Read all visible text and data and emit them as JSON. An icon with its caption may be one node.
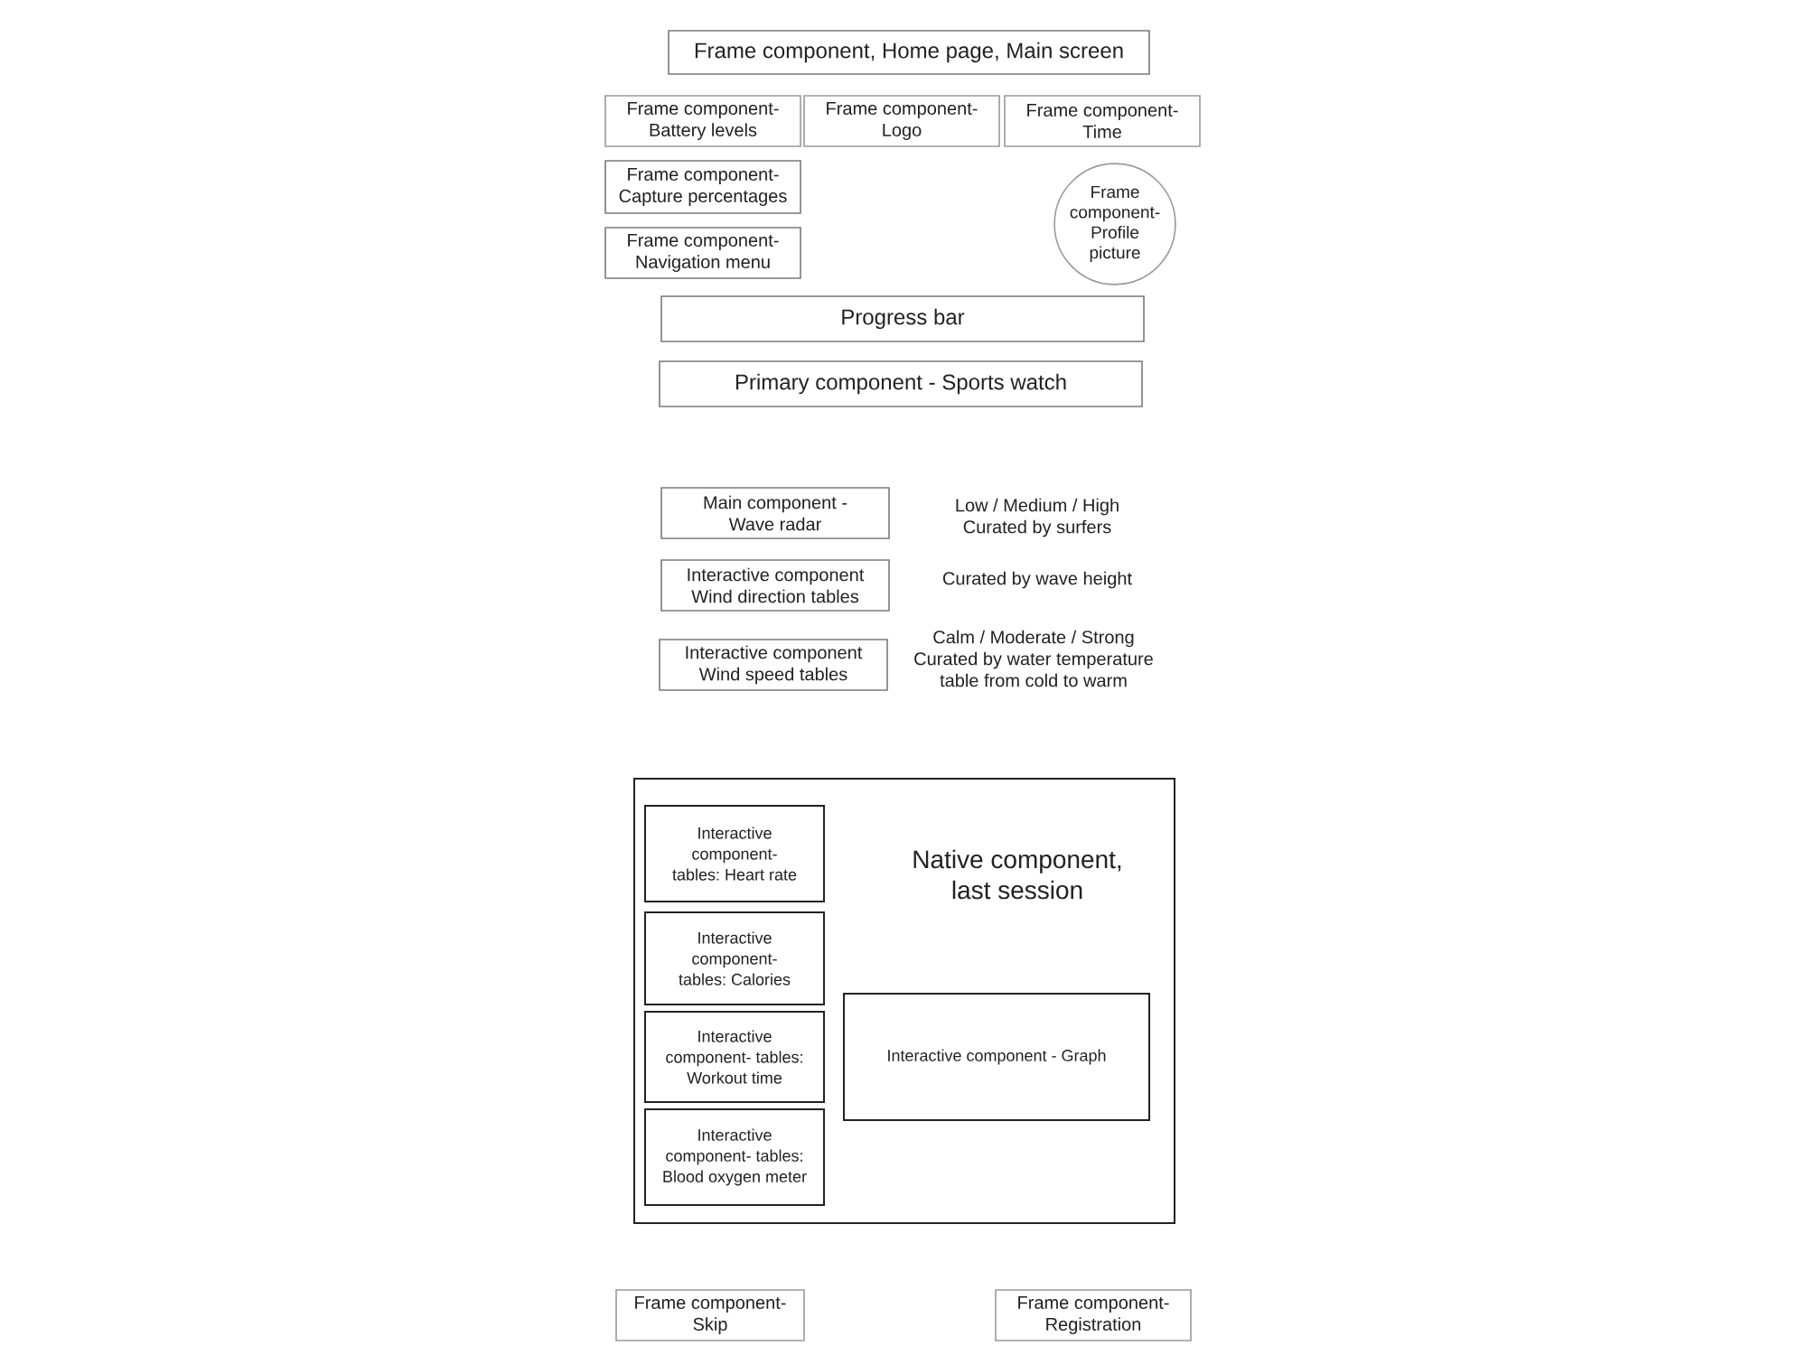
{
  "diagram": {
    "nodes": [
      {
        "text": [
          "Frame component, Home page, Main screen"
        ]
      },
      {
        "text": [
          "Frame component- Battery levels"
        ]
      },
      {
        "text": [
          "Frame component- Logo"
        ]
      },
      {
        "text": [
          "Frame component- Time"
        ]
      },
      {
        "text": [
          "Frame component- Capture percentages"
        ]
      },
      {
        "text": [
          "Frame component- Profile picture"
        ]
      },
      {
        "text": [
          "Frame component- Navigation menu"
        ]
      },
      {
        "text": [
          "Progress bar"
        ]
      },
      {
        "text": [
          "Primary component - Sports watch"
        ]
      },
      {
        "text": [
          "Main component - Wave radar"
        ],
        "beside": [
          "Low / Medium / High Curated by surfers"
        ]
      },
      {
        "text": [
          "Interactive component Wind direction tables"
        ],
        "beside": [
          "Curated by wave height"
        ]
      },
      {
        "text": [
          "Interactive component Wind speed tables"
        ],
        "beside": [
          "Calm / Moderate / Strong Curated by water temperature table from cold to warm"
        ]
      },
      {
        "text": [
          "Native component, last session"
        ]
      },
      {
        "text": [
          "Interactive component- tables: Heart rate"
        ],
        "in": 12
      },
      {
        "text": [
          "Interactive component- tables: Calories"
        ],
        "in": 12
      },
      {
        "text": [
          "Interactive component- tables: Workout time"
        ],
        "in": 12
      },
      {
        "text": [
          "Interactive component- tables: Blood oxygen meter"
        ],
        "in": 12
      },
      {
        "text": [
          "Interactive component - Graph"
        ],
        "in": 12
      },
      {
        "text": [
          "Frame component- Skip"
        ]
      },
      {
        "text": [
          "Frame component- Registration"
        ]
      }
    ]
  }
}
